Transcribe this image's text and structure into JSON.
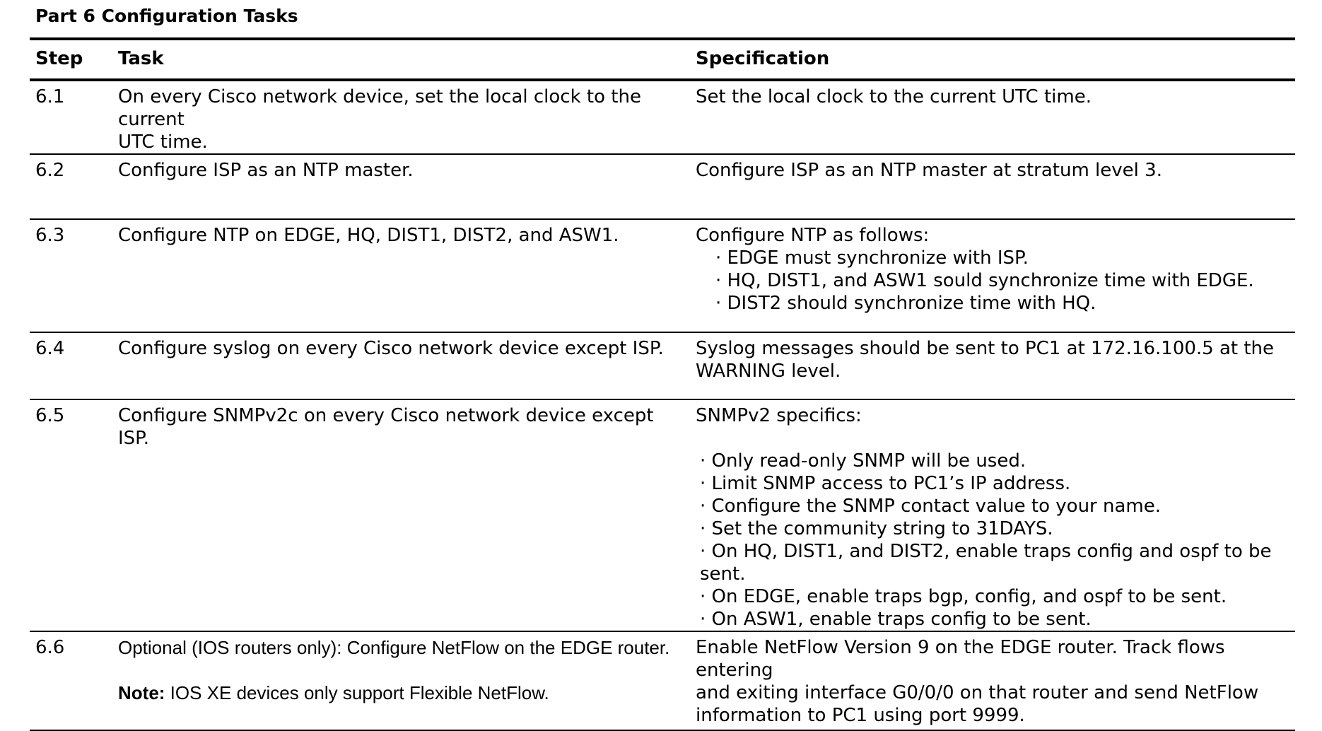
{
  "title": "Part 6 Configuration Tasks",
  "headers": {
    "step": "Step",
    "task": "Task",
    "spec": "Specification"
  },
  "rows": [
    {
      "step": "6.1",
      "task_lines": [
        "On every Cisco network device, set the local clock to the current",
        "UTC time."
      ],
      "spec_lines": [
        "Set the local clock to the current UTC time."
      ]
    },
    {
      "step": "6.2",
      "task_lines": [
        "Configure ISP as an NTP master."
      ],
      "spec_lines": [
        "Configure ISP as an NTP master at stratum level 3."
      ]
    },
    {
      "step": "6.3",
      "task_lines": [
        "Configure NTP on EDGE, HQ, DIST1, DIST2, and ASW1."
      ],
      "spec_intro": "Configure NTP as follows:",
      "spec_bullets": [
        "· EDGE must synchronize with ISP.",
        "· HQ, DIST1, and ASW1 sould synchronize time with EDGE.",
        "· DIST2 should synchronize time with HQ."
      ]
    },
    {
      "step": "6.4",
      "task_lines": [
        "Configure syslog on every Cisco network device except ISP."
      ],
      "spec_lines": [
        "Syslog messages should be sent to PC1 at 172.16.100.5 at the",
        "WARNING level."
      ]
    },
    {
      "step": "6.5",
      "task_lines": [
        "Configure SNMPv2c on every Cisco network device except ISP."
      ],
      "spec_intro": "SNMPv2 specifics:",
      "spec_bullets": [
        "· Only read-only SNMP will be used.",
        "· Limit SNMP access to PC1’s IP address.",
        "· Configure the SNMP contact value to your name.",
        "· Set the community string to 31DAYS.",
        "· On HQ, DIST1, and DIST2, enable traps config and ospf to be sent.",
        "· On EDGE, enable traps bgp, config, and ospf to be sent.",
        "· On ASW1, enable traps config to be sent."
      ]
    },
    {
      "step": "6.6",
      "task_line": "Optional (IOS routers only): Configure NetFlow on the EDGE router.",
      "note_label": "Note:",
      "note_text": " IOS XE devices only support Flexible NetFlow.",
      "spec_lines": [
        "Enable NetFlow Version 9 on the EDGE router. Track flows entering",
        "and exiting interface G0/0/0 on that router and send NetFlow",
        "information to PC1 using port 9999."
      ]
    }
  ]
}
